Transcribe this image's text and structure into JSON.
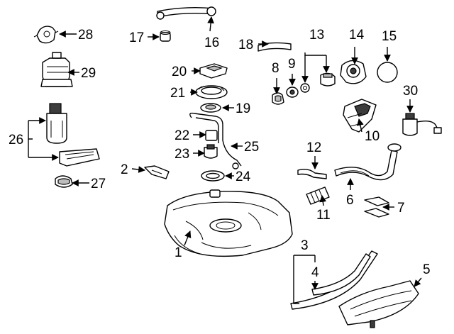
{
  "colors": {
    "ink": "#000000",
    "paper": "#ffffff",
    "shade": "#3c3c3c",
    "mid": "#bdbdbd"
  },
  "callouts": [
    {
      "key": "c1",
      "label": "1"
    },
    {
      "key": "c2",
      "label": "2"
    },
    {
      "key": "c3",
      "label": "3"
    },
    {
      "key": "c4",
      "label": "4"
    },
    {
      "key": "c5",
      "label": "5"
    },
    {
      "key": "c6",
      "label": "6"
    },
    {
      "key": "c7",
      "label": "7"
    },
    {
      "key": "c8",
      "label": "8"
    },
    {
      "key": "c9",
      "label": "9"
    },
    {
      "key": "c10",
      "label": "10"
    },
    {
      "key": "c11",
      "label": "11"
    },
    {
      "key": "c12",
      "label": "12"
    },
    {
      "key": "c13",
      "label": "13"
    },
    {
      "key": "c14",
      "label": "14"
    },
    {
      "key": "c15",
      "label": "15"
    },
    {
      "key": "c16",
      "label": "16"
    },
    {
      "key": "c17",
      "label": "17"
    },
    {
      "key": "c18",
      "label": "18"
    },
    {
      "key": "c19",
      "label": "19"
    },
    {
      "key": "c20",
      "label": "20"
    },
    {
      "key": "c21",
      "label": "21"
    },
    {
      "key": "c22",
      "label": "22"
    },
    {
      "key": "c23",
      "label": "23"
    },
    {
      "key": "c24",
      "label": "24"
    },
    {
      "key": "c25",
      "label": "25"
    },
    {
      "key": "c26",
      "label": "26"
    },
    {
      "key": "c27",
      "label": "27"
    },
    {
      "key": "c28",
      "label": "28"
    },
    {
      "key": "c29",
      "label": "29"
    },
    {
      "key": "c30",
      "label": "30"
    }
  ]
}
